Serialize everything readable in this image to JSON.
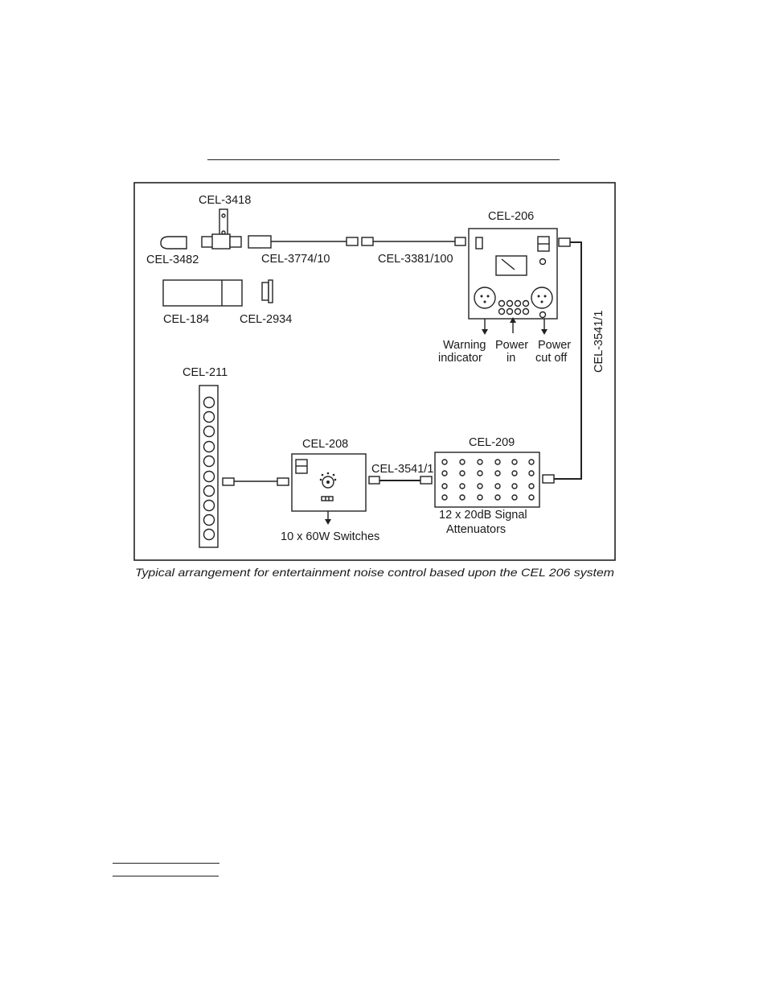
{
  "figure": {
    "components": {
      "cel_3418": "CEL-3418",
      "cel_3482": "CEL-3482",
      "cel_3774": "CEL-3774/10",
      "cel_3381": "CEL-3381/100",
      "cel_206": "CEL-206",
      "cel_184": "CEL-184",
      "cel_2934": "CEL-2934",
      "cel_3541_vertical": "CEL-3541/1",
      "cel_211": "CEL-211",
      "cel_208": "CEL-208",
      "cel_3541_horizontal": "CEL-3541/1",
      "cel_209": "CEL-209"
    },
    "annotations": {
      "warning_line1": "Warning",
      "warning_line2": "indicator",
      "power_in_line1": "Power",
      "power_in_line2": "in",
      "power_cut_line1": "Power",
      "power_cut_line2": "cut off",
      "switches": "10 x 60W Switches",
      "attenuators_line1": "12 x 20dB Signal",
      "attenuators_line2": "Attenuators"
    },
    "caption": "Typical arrangement for entertainment noise control based upon the CEL 206 system"
  }
}
